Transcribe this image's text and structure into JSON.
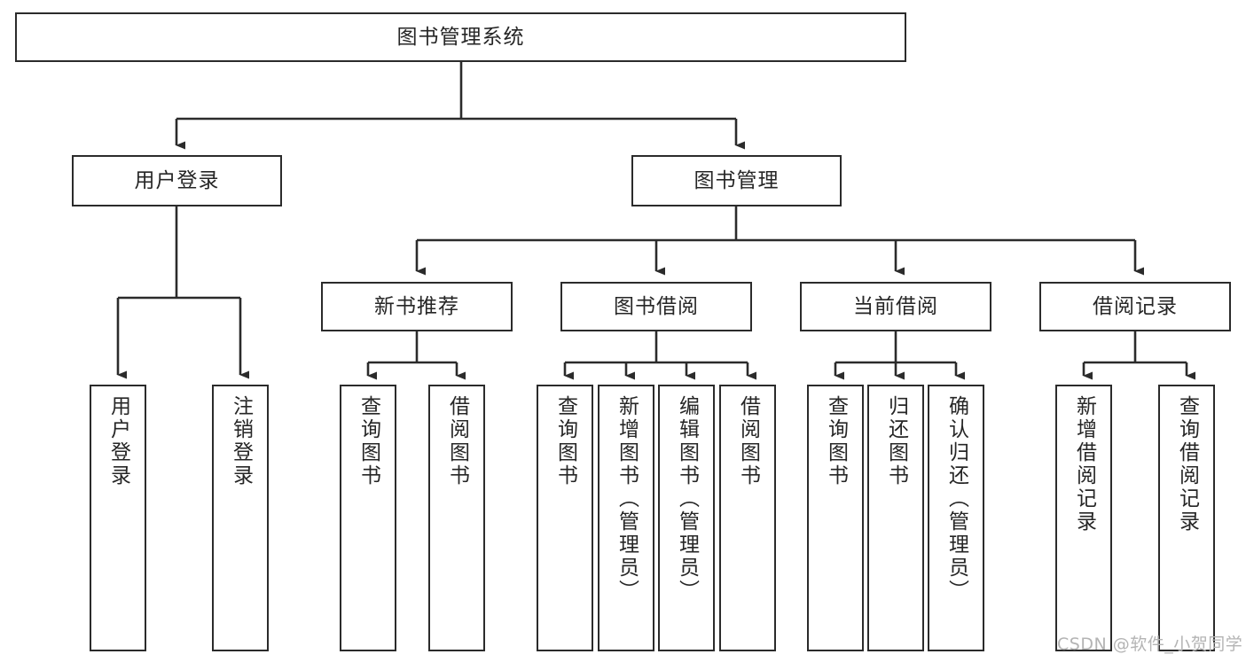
{
  "diagram": {
    "type": "tree",
    "title": "图书管理系统",
    "root": {
      "label": "图书管理系统"
    },
    "level2": [
      {
        "label": "用户登录"
      },
      {
        "label": "图书管理"
      }
    ],
    "level3": [
      {
        "label": "新书推荐"
      },
      {
        "label": "图书借阅"
      },
      {
        "label": "当前借阅"
      },
      {
        "label": "借阅记录"
      }
    ],
    "leaves": {
      "user_login": [
        {
          "label": "用户登录"
        },
        {
          "label": "注销登录"
        }
      ],
      "new_book": [
        {
          "label": "查询图书"
        },
        {
          "label": "借阅图书"
        }
      ],
      "book_borrow": [
        {
          "label": "查询图书"
        },
        {
          "label": "新增图书（管理员）"
        },
        {
          "label": "编辑图书（管理员）"
        },
        {
          "label": "借阅图书"
        }
      ],
      "current_borrow": [
        {
          "label": "查询图书"
        },
        {
          "label": "归还图书"
        },
        {
          "label": "确认归还（管理员）"
        }
      ],
      "borrow_record": [
        {
          "label": "新增借阅记录"
        },
        {
          "label": "查询借阅记录"
        }
      ]
    },
    "watermark": "CSDN @软件_小贺同学",
    "colors": {
      "border": "#2b2b2b",
      "text": "#262626",
      "background": "#ffffff",
      "watermark": "#b4b4b4"
    }
  }
}
